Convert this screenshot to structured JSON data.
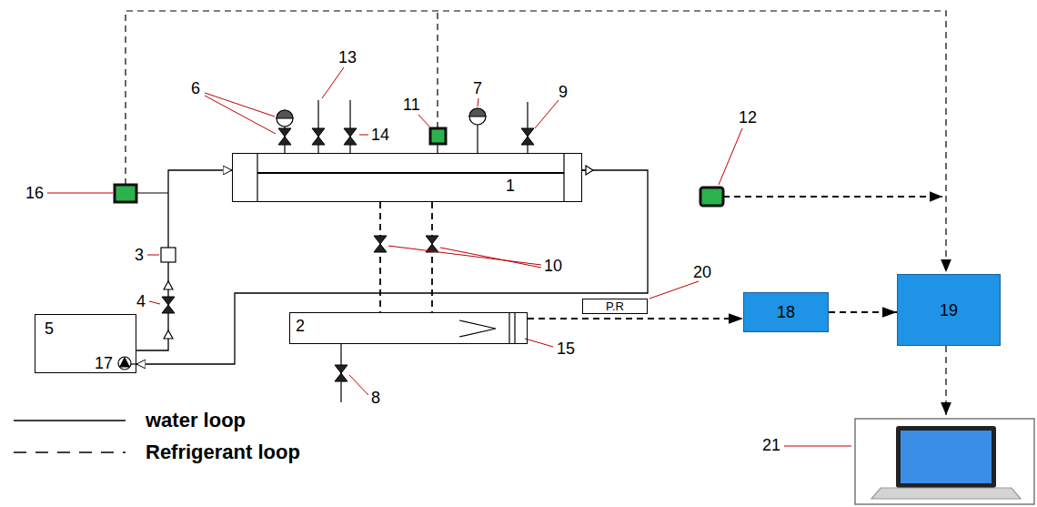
{
  "diagram": {
    "nodes": [
      {
        "text": [
          "1"
        ]
      },
      {
        "text": [
          "2"
        ]
      },
      {
        "text": [
          "5"
        ]
      },
      {
        "text": [
          "P.R"
        ]
      },
      {
        "text": [
          "18"
        ]
      },
      {
        "text": [
          "19"
        ]
      }
    ],
    "edges": [
      {
        "from": 2,
        "to": 0,
        "arrow": "to"
      },
      {
        "from": 0,
        "to": 2,
        "arrow": "to"
      },
      {
        "from": 0,
        "to": 1,
        "arrow": "none"
      },
      {
        "from": 0,
        "to": 1,
        "arrow": "none"
      },
      {
        "from": 1,
        "to": 4,
        "arrow": "to"
      },
      {
        "from": 4,
        "to": 5,
        "arrow": "to"
      }
    ],
    "labels": [
      "6",
      "13",
      "14",
      "11",
      "7",
      "9",
      "12",
      "16",
      "3",
      "4",
      "10",
      "20",
      "15",
      "8",
      "17",
      "21"
    ],
    "legend": [
      {
        "text": "water loop"
      },
      {
        "text": "Refrigerant loop"
      }
    ]
  }
}
